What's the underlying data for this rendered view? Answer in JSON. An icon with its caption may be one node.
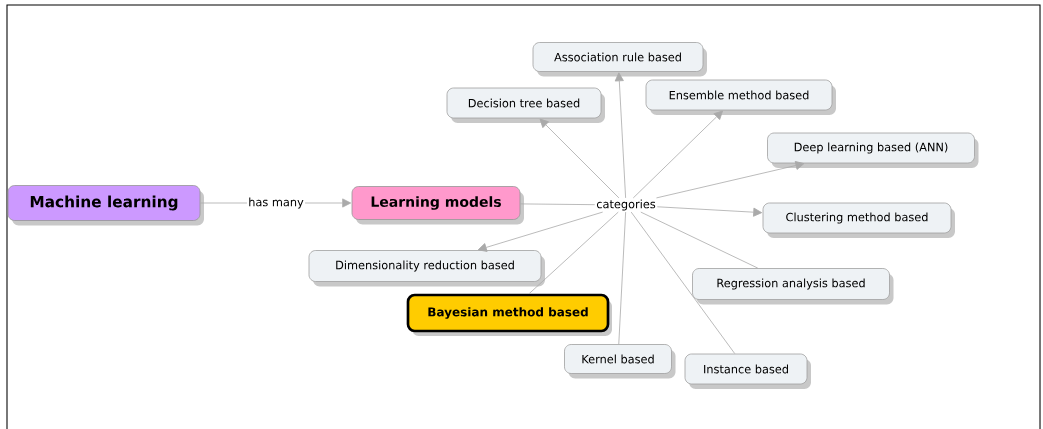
{
  "diagram": {
    "nodes": [
      {
        "text": [
          "Machine learning"
        ]
      },
      {
        "text": [
          "Learning models"
        ]
      },
      {
        "text": [
          "categories"
        ]
      },
      {
        "text": [
          "Association rule based"
        ]
      },
      {
        "text": [
          "Decision tree based"
        ]
      },
      {
        "text": [
          "Ensemble method based"
        ]
      },
      {
        "text": [
          "Deep learning based (ANN)"
        ]
      },
      {
        "text": [
          "Clustering method based"
        ]
      },
      {
        "text": [
          "Dimensionality reduction based"
        ]
      },
      {
        "text": [
          "Bayesian method based"
        ]
      },
      {
        "text": [
          "Regression analysis based"
        ]
      },
      {
        "text": [
          "Kernel based"
        ]
      },
      {
        "text": [
          "Instance based"
        ]
      }
    ],
    "edges": [
      {
        "from": 0,
        "to": 1,
        "arrow": "to",
        "label": "has many"
      },
      {
        "from": 1,
        "to": 2,
        "arrow": "none"
      },
      {
        "from": 2,
        "to": 3,
        "arrow": "to"
      },
      {
        "from": 2,
        "to": 4,
        "arrow": "to"
      },
      {
        "from": 2,
        "to": 5,
        "arrow": "to"
      },
      {
        "from": 2,
        "to": 6,
        "arrow": "to"
      },
      {
        "from": 2,
        "to": 7,
        "arrow": "to"
      },
      {
        "from": 2,
        "to": 8,
        "arrow": "to"
      },
      {
        "from": 2,
        "to": 9,
        "arrow": "none"
      },
      {
        "from": 2,
        "to": 10,
        "arrow": "none"
      },
      {
        "from": 2,
        "to": 11,
        "arrow": "none"
      },
      {
        "from": 2,
        "to": 12,
        "arrow": "none"
      }
    ]
  }
}
